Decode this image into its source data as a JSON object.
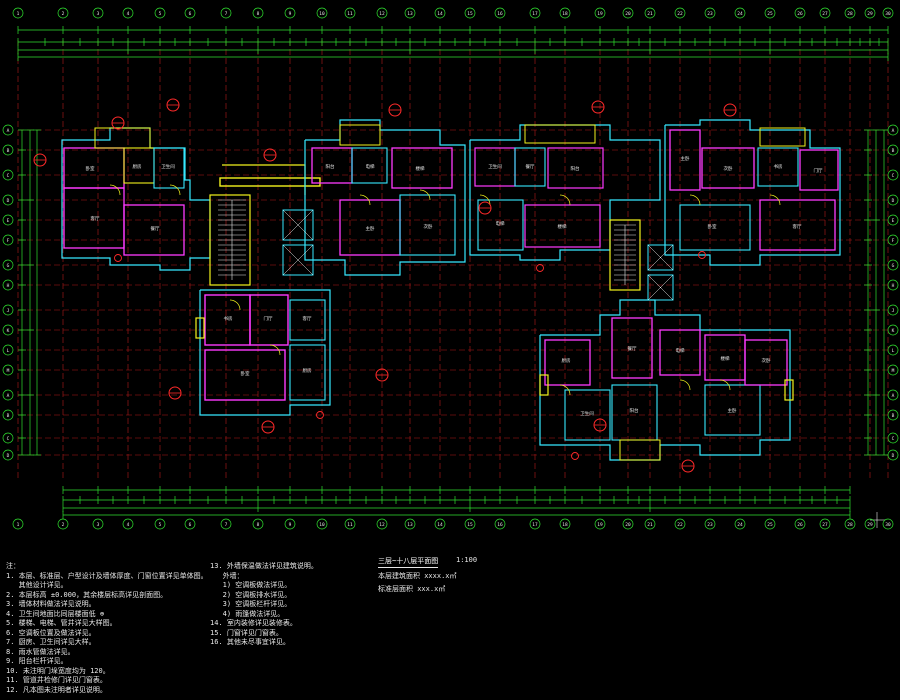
{
  "drawing": {
    "title": "三层~十八层平面图",
    "scale": "1:100",
    "area_lines": [
      "本层建筑面积 xxxx.x㎡",
      "标准层面积 xxx.x㎡"
    ],
    "room_labels": [
      "卧室",
      "客厅",
      "厨房",
      "卫生间",
      "餐厅",
      "阳台",
      "电梯",
      "楼梯",
      "主卧",
      "次卧",
      "书房",
      "门厅"
    ],
    "notes_left": [
      "注：",
      "1. 本层、标准层、户型设计及墙体厚度、门窗位置详见单体图。",
      "   其他设计详见。",
      "2. 本层标高 ±0.000，其余楼层标高详见剖面图。",
      "3. 墙体材料做法详见说明。",
      "4. 卫生间地面比同层楼面低 ⊕",
      "5. 楼梯、电梯、管井详见大样图。",
      "6. 空调板位置及做法详见。",
      "7. 厨房、卫生间详见大样。",
      "8. 雨水管做法详见。",
      "9. 阳台栏杆详见。",
      "10. 未注明门垛宽度均为 120。",
      "11. 管道井检修门详见门窗表。",
      "12. 凡本图未注明者详见说明。"
    ],
    "notes_right": [
      "13. 外墙保温做法详见建筑说明。",
      "   外墙：",
      "   1) 空调板做法详见。",
      "   2) 空调板排水详见。",
      "   3) 空调板栏杆详见。",
      "   4) 雨篷做法详见。",
      "14. 室内装修详见装修表。",
      "15. 门窗详见门窗表。",
      "16. 其他未尽事宜详见。"
    ]
  },
  "grid": {
    "top_axes": [
      "1",
      "2",
      "3",
      "4",
      "5",
      "6",
      "7",
      "8",
      "9",
      "10",
      "11",
      "12",
      "13",
      "14",
      "15",
      "16",
      "17",
      "18",
      "19",
      "20",
      "21",
      "22",
      "23",
      "24",
      "25",
      "26",
      "27",
      "28",
      "29",
      "30"
    ],
    "left_axes": [
      "A",
      "B",
      "C",
      "D",
      "E",
      "F",
      "G",
      "H",
      "J",
      "K",
      "L",
      "M"
    ],
    "colors": {
      "dimension": "#2fe02f",
      "wall_magenta": "#ff3aff",
      "wall_cyan": "#36e8ff",
      "wall_yellow": "#f2f21c",
      "gridline": "#b31a1a",
      "marker": "#ff2a2a",
      "text": "#e8e8e8"
    }
  }
}
